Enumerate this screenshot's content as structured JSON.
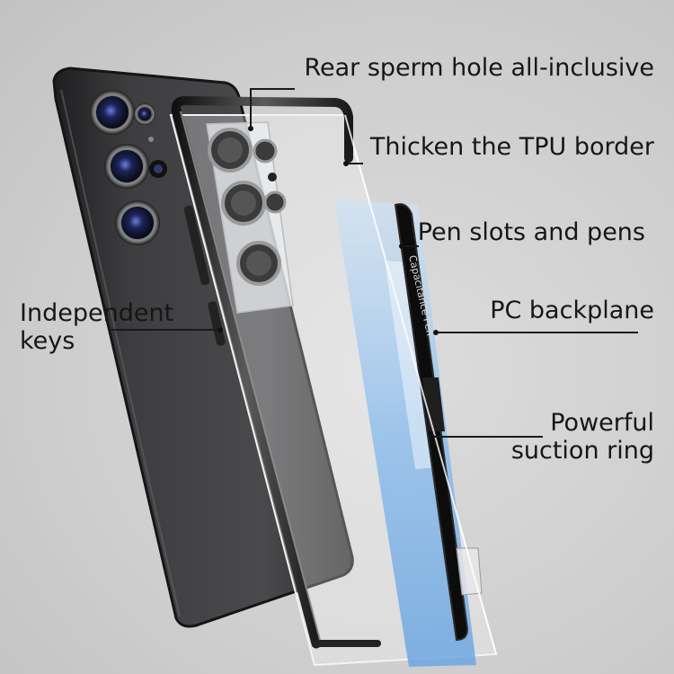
{
  "callouts": {
    "rear_hole": "Rear sperm hole all-inclusive",
    "tpu_border": "Thicken the TPU border",
    "pen_slots": "Pen slots and pens",
    "pc_backplane": "PC backplane",
    "suction_ring": [
      "Powerful",
      "suction ring"
    ],
    "keys": [
      "Independent",
      "keys"
    ]
  },
  "pen": {
    "text": "Capacitance Pen"
  },
  "colors": {
    "background": "#cfcfcf",
    "phone_body": "#3a3a3c",
    "bumper_frame": "#2a2a2a",
    "clear_back": "#ffffff",
    "film_blue": "#7fb3e8",
    "label_text": "#161616"
  }
}
